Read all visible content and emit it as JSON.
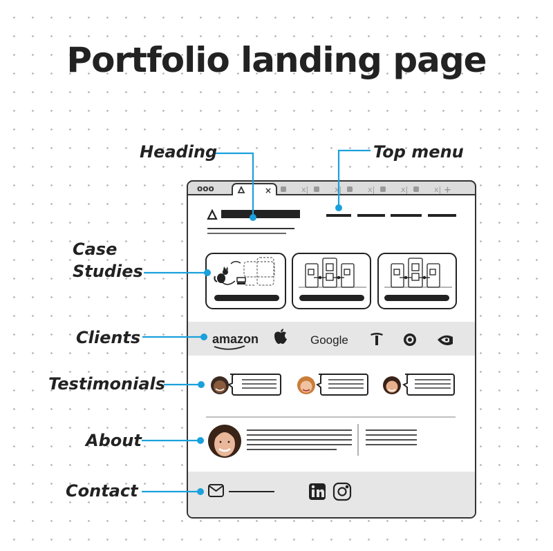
{
  "title": "Portfolio landing page",
  "labels": {
    "heading": "Heading",
    "top_menu": "Top menu",
    "case_studies_line1": "Case",
    "case_studies_line2": "Studies",
    "clients": "Clients",
    "testimonials": "Testimonials",
    "about": "About",
    "contact": "Contact"
  },
  "client_logos": {
    "amazon": "amazon",
    "google": "Google",
    "apple": "apple-logo-icon",
    "tesla": "tesla-logo-icon",
    "target": "target-logo-icon",
    "nvidia": "nvidia-logo-icon"
  },
  "colors": {
    "accent": "#1aa0dc",
    "outline": "#333333",
    "band": "#e6e6e6",
    "text": "#222222"
  }
}
